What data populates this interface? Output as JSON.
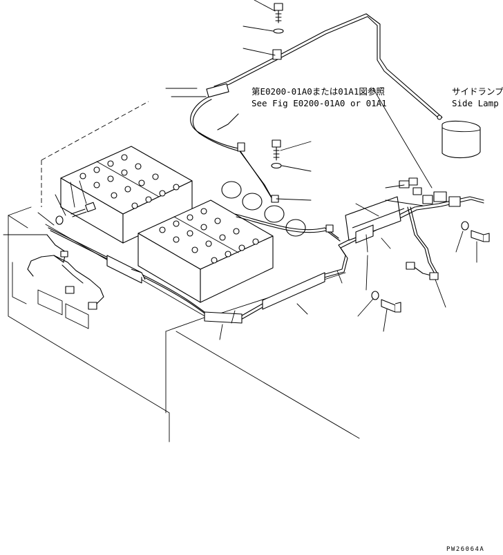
{
  "reference_note": {
    "japanese": "第E0200-01A0または01A1図参照",
    "english": "See Fig E0200-01A0 or 01A1"
  },
  "side_lamp_label": {
    "japanese": "サイドランプ",
    "english": "Side Lamp"
  },
  "drawing_code": "PW26064A",
  "colors": {
    "line": "#000000",
    "background": "#ffffff"
  }
}
